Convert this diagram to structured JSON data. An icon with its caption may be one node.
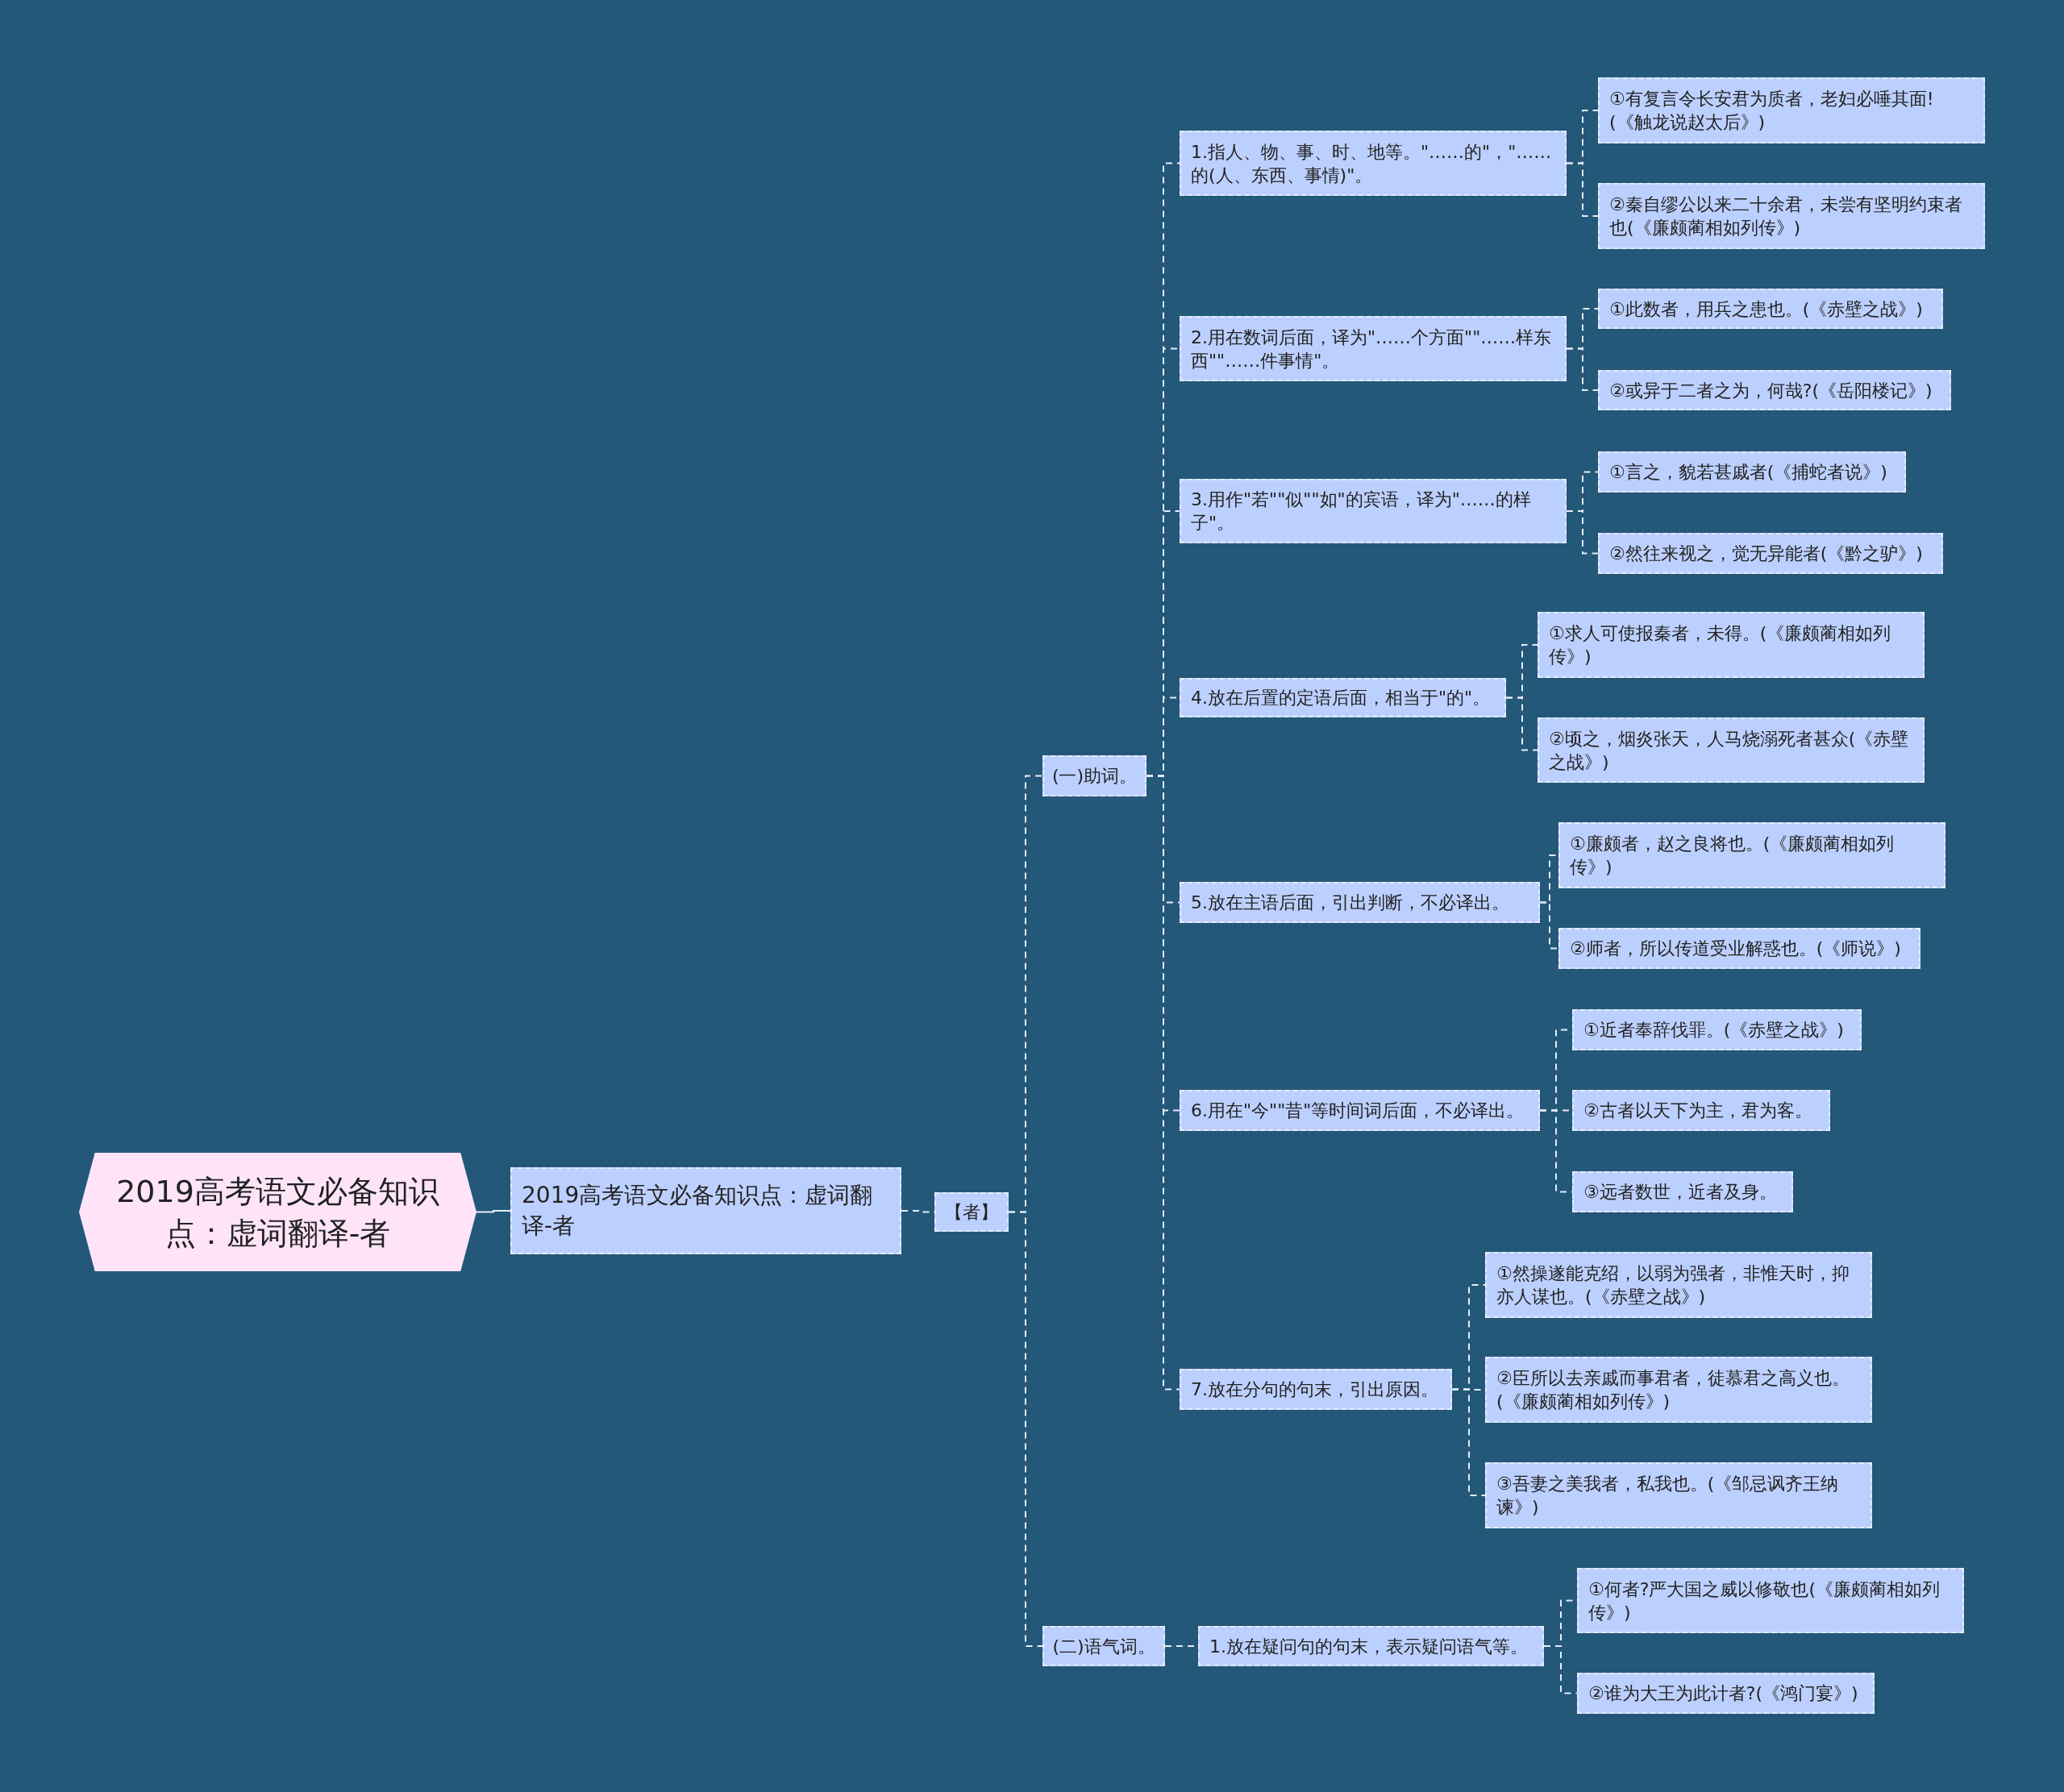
{
  "diagram": {
    "nodes": [
      {
        "text": [
          "2019高考语文必备知识点：虚词翻译-者"
        ]
      },
      {
        "text": [
          "2019高考语文必备知识点：虚词翻译-者"
        ]
      },
      {
        "text": [
          "【者】"
        ]
      },
      {
        "text": [
          "(一)助词。"
        ]
      },
      {
        "text": [
          "1.指人、物、事、时、地等。\"……的\"，\"……的(人、东西、事情)\"。"
        ]
      },
      {
        "text": [
          "①有复言令长安君为质者，老妇必唾其面!(《触龙说赵太后》)"
        ]
      },
      {
        "text": [
          "②秦自缪公以来二十余君，未尝有坚明约束者也(《廉颇蔺相如列传》)"
        ]
      },
      {
        "text": [
          "2.用在数词后面，译为\"……个方面\"\"……样东西\"\"……件事情\"。"
        ]
      },
      {
        "text": [
          "①此数者，用兵之患也。(《赤壁之战》)"
        ]
      },
      {
        "text": [
          "②或异于二者之为，何哉?(《岳阳楼记》)"
        ]
      },
      {
        "text": [
          "3.用作\"若\"\"似\"\"如\"的宾语，译为\"……的样子\"。"
        ]
      },
      {
        "text": [
          "①言之，貌若甚戚者(《捕蛇者说》)"
        ]
      },
      {
        "text": [
          "②然往来视之，觉无异能者(《黔之驴》)"
        ]
      },
      {
        "text": [
          "4.放在后置的定语后面，相当于\"的\"。"
        ]
      },
      {
        "text": [
          "①求人可使报秦者，未得。(《廉颇蔺相如列传》)"
        ]
      },
      {
        "text": [
          "②顷之，烟炎张天，人马烧溺死者甚众(《赤壁之战》)"
        ]
      },
      {
        "text": [
          "5.放在主语后面，引出判断，不必译出。"
        ]
      },
      {
        "text": [
          "①廉颇者，赵之良将也。(《廉颇蔺相如列传》)"
        ]
      },
      {
        "text": [
          "②师者，所以传道受业解惑也。(《师说》)"
        ]
      },
      {
        "text": [
          "6.用在\"今\"\"昔\"等时间词后面，不必译出。"
        ]
      },
      {
        "text": [
          "①近者奉辞伐罪。(《赤壁之战》)"
        ]
      },
      {
        "text": [
          "②古者以天下为主，君为客。"
        ]
      },
      {
        "text": [
          "③远者数世，近者及身。"
        ]
      },
      {
        "text": [
          "7.放在分句的句末，引出原因。"
        ]
      },
      {
        "text": [
          "①然操遂能克绍，以弱为强者，非惟天时，抑亦人谋也。(《赤壁之战》)"
        ]
      },
      {
        "text": [
          "②臣所以去亲戚而事君者，徒慕君之高义也。(《廉颇蔺相如列传》)"
        ]
      },
      {
        "text": [
          "③吾妻之美我者，私我也。(《邹忌讽齐王纳谏》)"
        ]
      },
      {
        "text": [
          "(二)语气词。"
        ]
      },
      {
        "text": [
          "1.放在疑问句的句末，表示疑问语气等。"
        ]
      },
      {
        "text": [
          "①何者?严大国之威以修敬也(《廉颇蔺相如列传》)"
        ]
      },
      {
        "text": [
          "②谁为大王为此计者?(《鸿门宴》)"
        ]
      }
    ],
    "edges": [
      {
        "from": 0,
        "to": 1,
        "arrow": "none"
      },
      {
        "from": 1,
        "to": 2,
        "arrow": "none",
        "style": "dashed"
      },
      {
        "from": 2,
        "to": 3,
        "arrow": "none",
        "style": "dashed"
      },
      {
        "from": 2,
        "to": 27,
        "arrow": "none",
        "style": "dashed"
      },
      {
        "from": 3,
        "to": 4,
        "arrow": "none",
        "style": "dashed"
      },
      {
        "from": 3,
        "to": 7,
        "arrow": "none",
        "style": "dashed"
      },
      {
        "from": 3,
        "to": 10,
        "arrow": "none",
        "style": "dashed"
      },
      {
        "from": 3,
        "to": 13,
        "arrow": "none",
        "style": "dashed"
      },
      {
        "from": 3,
        "to": 16,
        "arrow": "none",
        "style": "dashed"
      },
      {
        "from": 3,
        "to": 19,
        "arrow": "none",
        "style": "dashed"
      },
      {
        "from": 3,
        "to": 23,
        "arrow": "none",
        "style": "dashed"
      },
      {
        "from": 4,
        "to": 5,
        "arrow": "none",
        "style": "dashed"
      },
      {
        "from": 4,
        "to": 6,
        "arrow": "none",
        "style": "dashed"
      },
      {
        "from": 7,
        "to": 8,
        "arrow": "none",
        "style": "dashed"
      },
      {
        "from": 7,
        "to": 9,
        "arrow": "none",
        "style": "dashed"
      },
      {
        "from": 10,
        "to": 11,
        "arrow": "none",
        "style": "dashed"
      },
      {
        "from": 10,
        "to": 12,
        "arrow": "none",
        "style": "dashed"
      },
      {
        "from": 13,
        "to": 14,
        "arrow": "none",
        "style": "dashed"
      },
      {
        "from": 13,
        "to": 15,
        "arrow": "none",
        "style": "dashed"
      },
      {
        "from": 16,
        "to": 17,
        "arrow": "none",
        "style": "dashed"
      },
      {
        "from": 16,
        "to": 18,
        "arrow": "none",
        "style": "dashed"
      },
      {
        "from": 19,
        "to": 20,
        "arrow": "none",
        "style": "dashed"
      },
      {
        "from": 19,
        "to": 21,
        "arrow": "none",
        "style": "dashed"
      },
      {
        "from": 19,
        "to": 22,
        "arrow": "none",
        "style": "dashed"
      },
      {
        "from": 23,
        "to": 24,
        "arrow": "none",
        "style": "dashed"
      },
      {
        "from": 23,
        "to": 25,
        "arrow": "none",
        "style": "dashed"
      },
      {
        "from": 23,
        "to": 26,
        "arrow": "none",
        "style": "dashed"
      },
      {
        "from": 27,
        "to": 28,
        "arrow": "none",
        "style": "dashed"
      },
      {
        "from": 28,
        "to": 29,
        "arrow": "none",
        "style": "dashed"
      },
      {
        "from": 28,
        "to": 30,
        "arrow": "none",
        "style": "dashed"
      }
    ]
  }
}
